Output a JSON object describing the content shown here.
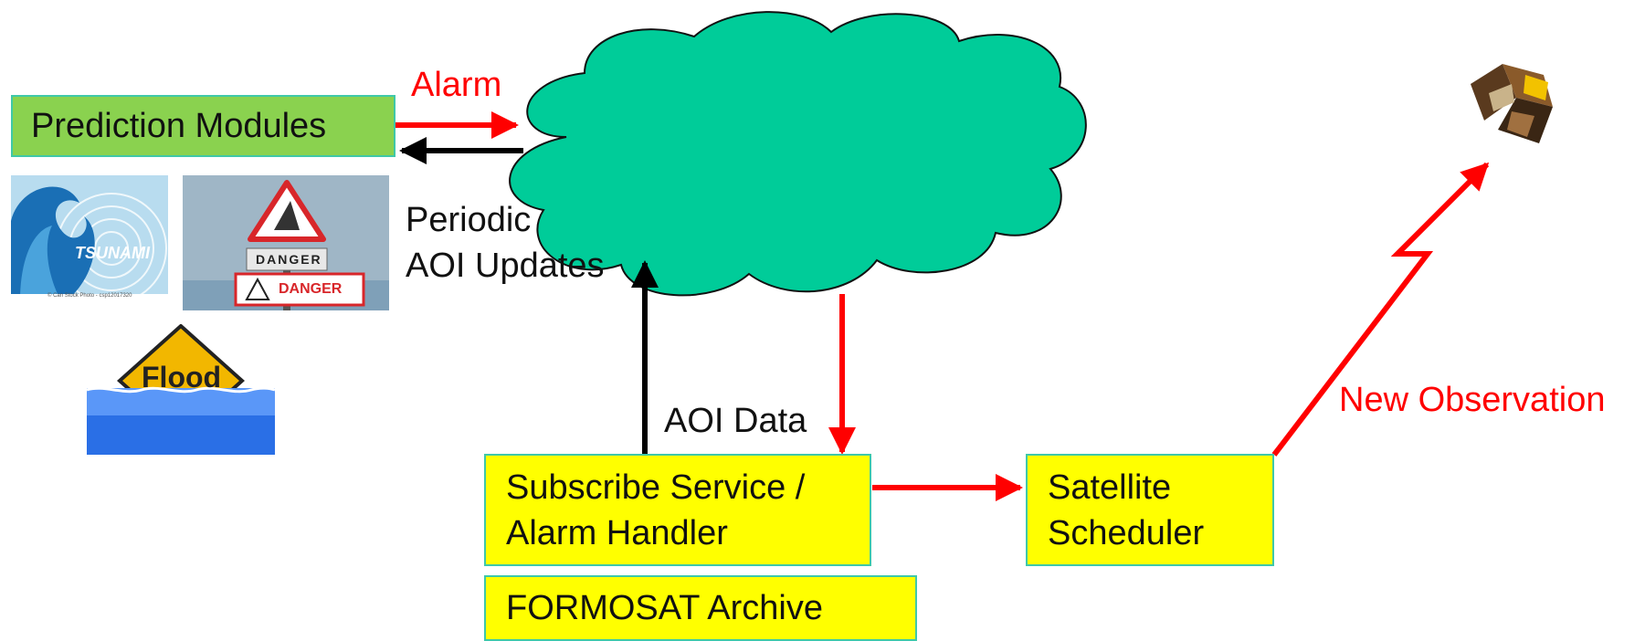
{
  "boxes": {
    "prediction": "Prediction Modules",
    "subscribe_line1": "Subscribe Service /",
    "subscribe_line2": "Alarm Handler",
    "satellite_line1": "Satellite",
    "satellite_line2": "Scheduler",
    "archive": "FORMOSAT Archive"
  },
  "labels": {
    "alarm": "Alarm",
    "periodic_line1": "Periodic",
    "periodic_line2": "AOI Updates",
    "aoi_data": "AOI Data",
    "new_observation": "New Observation"
  },
  "images": {
    "tsunami_text": "TSUNAMI",
    "tsunami_watermark": "© Can Stock Photo - csp12017320",
    "danger_text": "DANGER",
    "flood_text": "Flood"
  },
  "colors": {
    "cloud": "#00cc99",
    "alarm_arrow": "#ff0000",
    "update_arrow": "#000000",
    "green_box": "#8ad24f",
    "yellow_box": "#ffff00",
    "box_border": "#3fc8a8"
  }
}
